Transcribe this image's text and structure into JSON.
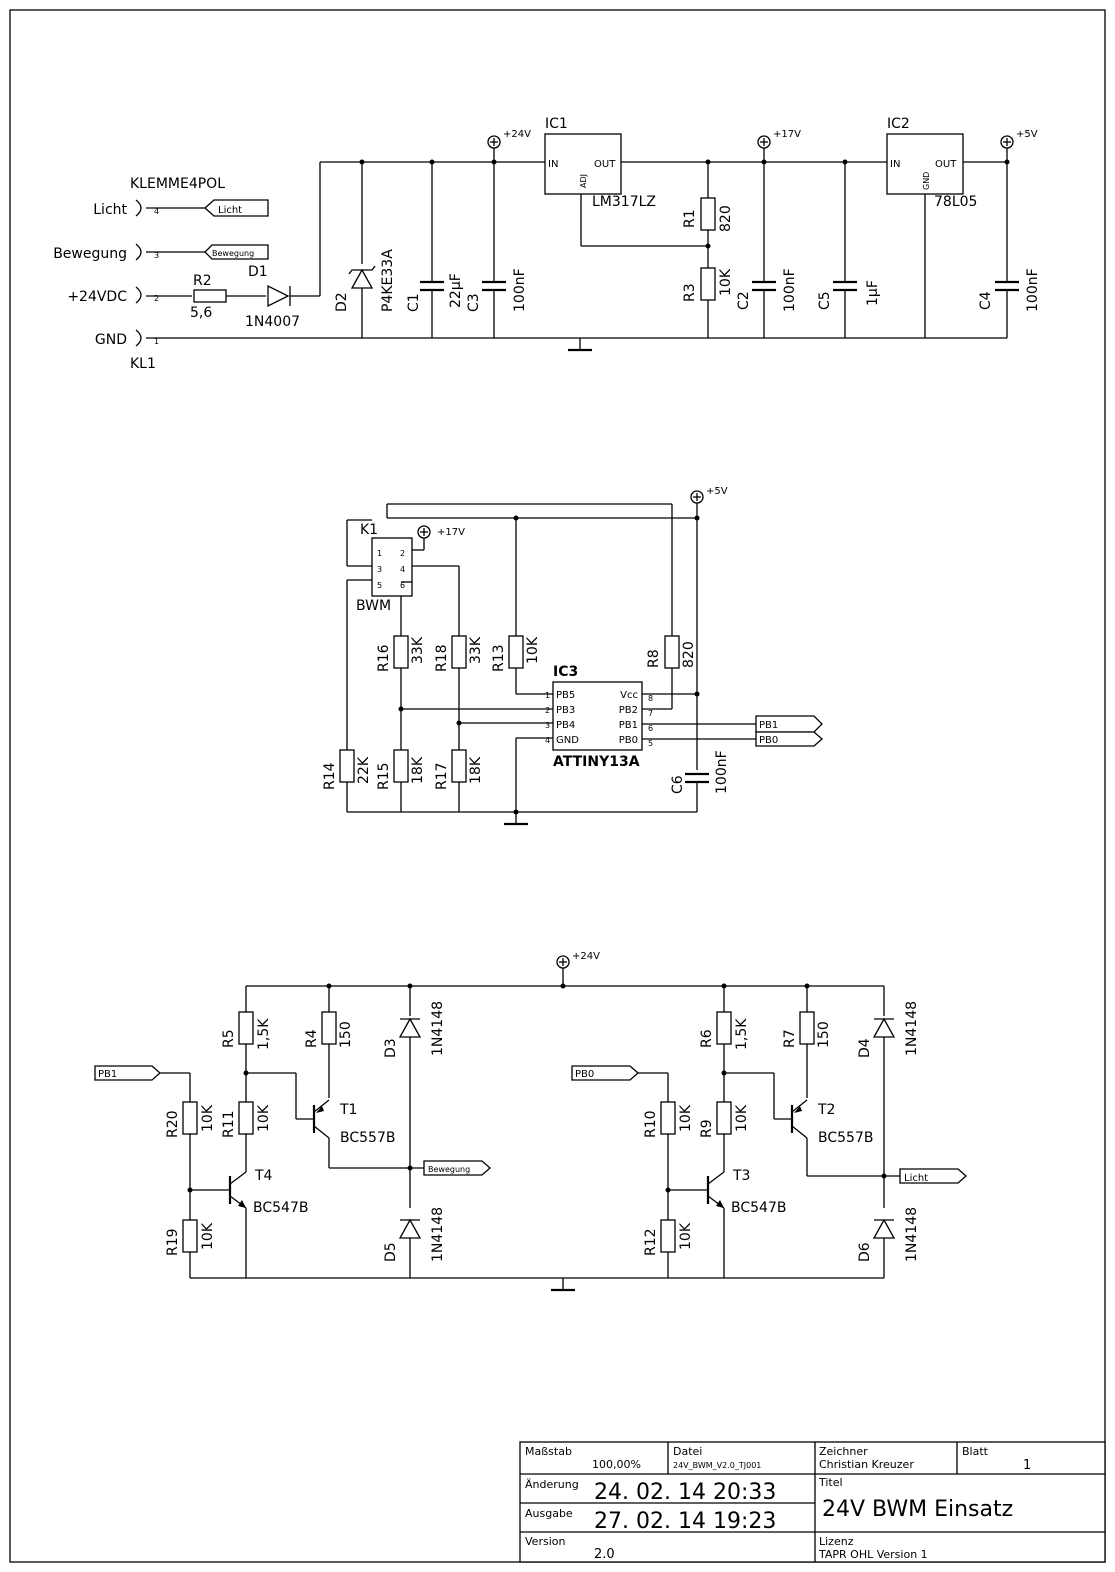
{
  "power": {
    "p24": "+24V",
    "p17": "+17V",
    "p5": "+5V"
  },
  "connector": {
    "name": "KLEMME4POL",
    "ref": "KL1",
    "pins": [
      "Licht",
      "Bewegung",
      "+24VDC",
      "GND"
    ],
    "pin_numbers": [
      "4",
      "3",
      "2",
      "1"
    ]
  },
  "net_labels": {
    "licht": "Licht",
    "bewegung": "Bewegung",
    "pb1": "PB1",
    "pb0": "PB0"
  },
  "components": {
    "R2": {
      "ref": "R2",
      "value": "5,6"
    },
    "D1": {
      "ref": "D1",
      "value": "1N4007"
    },
    "D2": {
      "ref": "D2",
      "value": "P4KE33A"
    },
    "C1": {
      "ref": "C1",
      "value": "22µF"
    },
    "C3": {
      "ref": "C3",
      "value": "100nF"
    },
    "IC1": {
      "ref": "IC1",
      "value": "LM317LZ",
      "pins": [
        "IN",
        "OUT",
        "ADJ"
      ]
    },
    "R1": {
      "ref": "R1",
      "value": "820"
    },
    "R3": {
      "ref": "R3",
      "value": "10K"
    },
    "C2": {
      "ref": "C2",
      "value": "100nF"
    },
    "C5": {
      "ref": "C5",
      "value": "1µF"
    },
    "IC2": {
      "ref": "IC2",
      "value": "78L05",
      "pins": [
        "IN",
        "OUT",
        "GND"
      ]
    },
    "C4": {
      "ref": "C4",
      "value": "100nF"
    },
    "K1": {
      "ref": "K1",
      "value": "BWM"
    },
    "R16": {
      "ref": "R16",
      "value": "33K"
    },
    "R18": {
      "ref": "R18",
      "value": "33K"
    },
    "R13": {
      "ref": "R13",
      "value": "10K"
    },
    "R8": {
      "ref": "R8",
      "value": "820"
    },
    "R14": {
      "ref": "R14",
      "value": "22K"
    },
    "R15": {
      "ref": "R15",
      "value": "18K"
    },
    "R17": {
      "ref": "R17",
      "value": "18K"
    },
    "IC3": {
      "ref": "IC3",
      "value": "ATTINY13A",
      "pins_left": [
        "PB5",
        "PB3",
        "PB4",
        "GND"
      ],
      "pins_right": [
        "Vcc",
        "PB2",
        "PB1",
        "PB0"
      ]
    },
    "C6": {
      "ref": "C6",
      "value": "100nF"
    },
    "R5": {
      "ref": "R5",
      "value": "1,5K"
    },
    "R4": {
      "ref": "R4",
      "value": "150"
    },
    "D3": {
      "ref": "D3",
      "value": "1N4148"
    },
    "T1": {
      "ref": "T1",
      "value": "BC557B"
    },
    "R20": {
      "ref": "R20",
      "value": "10K"
    },
    "R11": {
      "ref": "R11",
      "value": "10K"
    },
    "T4": {
      "ref": "T4",
      "value": "BC547B"
    },
    "R19": {
      "ref": "R19",
      "value": "10K"
    },
    "D5": {
      "ref": "D5",
      "value": "1N4148"
    },
    "R6": {
      "ref": "R6",
      "value": "1,5K"
    },
    "R7": {
      "ref": "R7",
      "value": "150"
    },
    "D4": {
      "ref": "D4",
      "value": "1N4148"
    },
    "T2": {
      "ref": "T2",
      "value": "BC557B"
    },
    "R10": {
      "ref": "R10",
      "value": "10K"
    },
    "R9": {
      "ref": "R9",
      "value": "10K"
    },
    "T3": {
      "ref": "T3",
      "value": "BC547B"
    },
    "R12": {
      "ref": "R12",
      "value": "10K"
    },
    "D6": {
      "ref": "D6",
      "value": "1N4148"
    }
  },
  "title_block": {
    "massstab_label": "Maßstab",
    "massstab": "100,00%",
    "datei_label": "Datei",
    "datei": "24V_BWM_V2.0_TJ001",
    "zeichner_label": "Zeichner",
    "zeichner": "Christian Kreuzer",
    "blatt_label": "Blatt",
    "blatt": "1",
    "aenderung_label": "Änderung",
    "aenderung": "24. 02. 14  20:33",
    "titel_label": "Titel",
    "titel": "24V BWM Einsatz",
    "ausgabe_label": "Ausgabe",
    "ausgabe": "27. 02. 14  19:23",
    "version_label": "Version",
    "version": "2.0",
    "lizenz_label": "Lizenz",
    "lizenz": "TAPR OHL Version 1"
  }
}
